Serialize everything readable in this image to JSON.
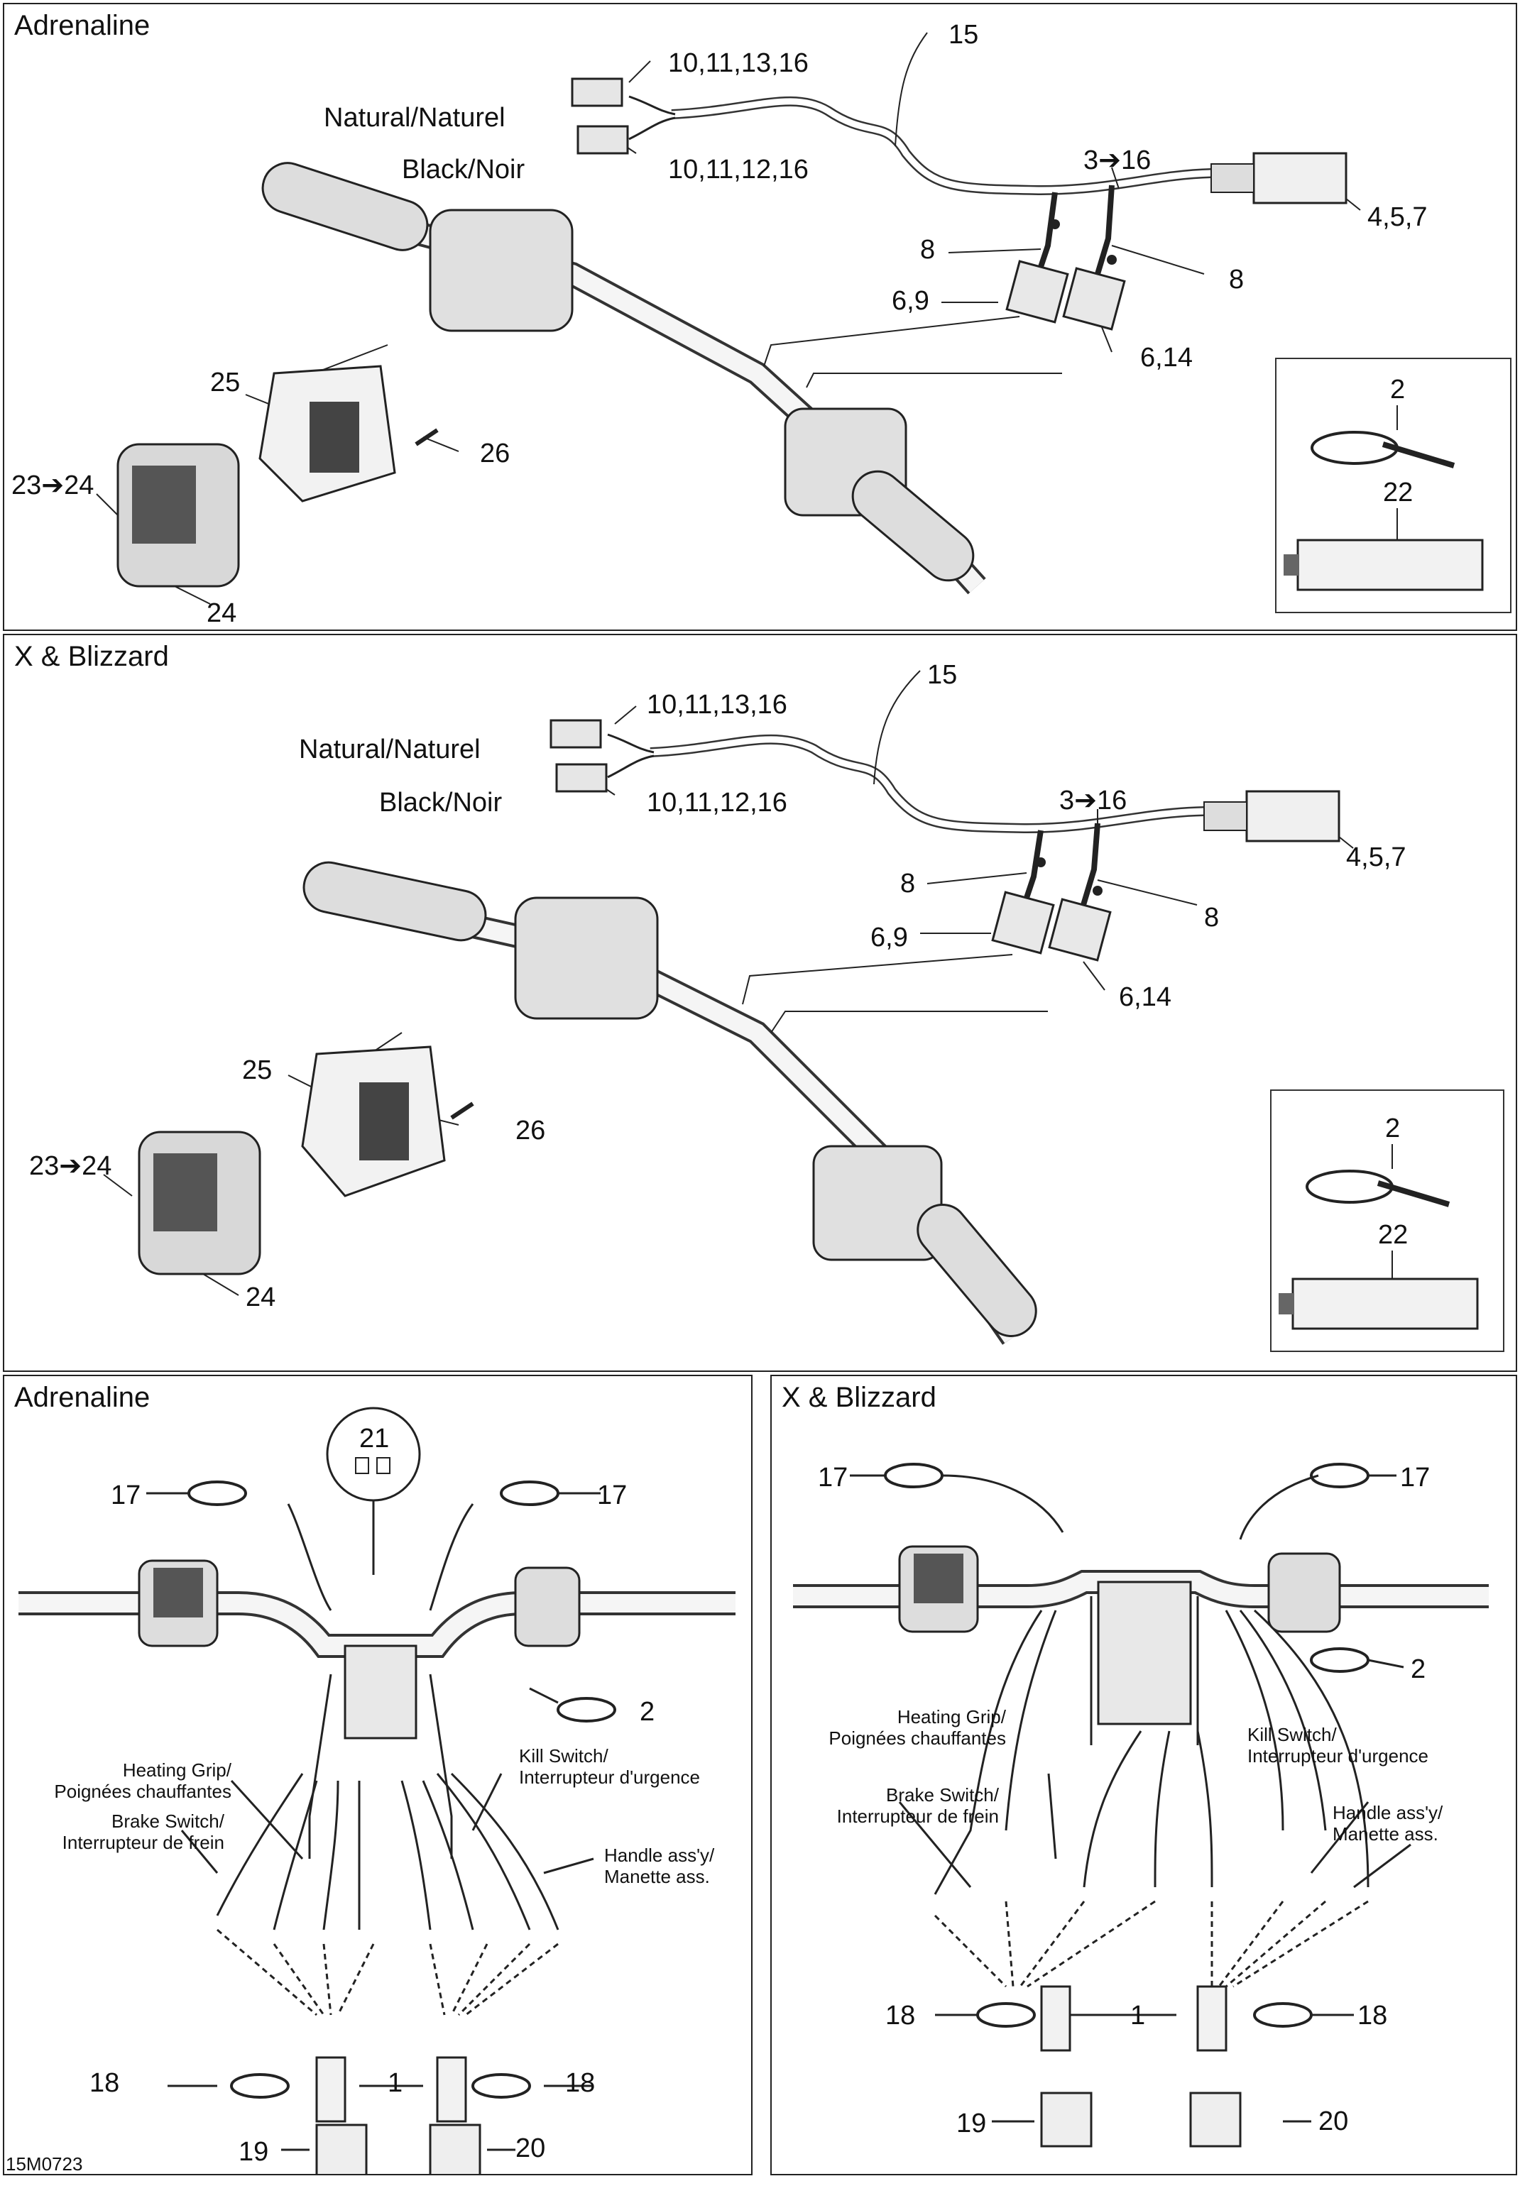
{
  "figure_code": "15M0723",
  "panels": {
    "top": {
      "title": "Adrenaline",
      "labels": {
        "harness_cable": "15",
        "natural_connector_parts": "10,11,13,16",
        "black_connector_parts": "10,11,12,16",
        "natural_connector": "Natural/Naturel",
        "black_connector": "Black/Noir",
        "harness_range": "3➔16",
        "main_connector": "4,5,7",
        "left_branch": "8",
        "right_branch": "8",
        "left_plug": "6,9",
        "right_plug": "6,14",
        "housing": "25",
        "screw": "26",
        "switch_range": "23➔24",
        "switch": "24",
        "tie": "2",
        "tube": "22"
      }
    },
    "middle": {
      "title": "X & Blizzard",
      "labels": {
        "harness_cable": "15",
        "natural_connector_parts": "10,11,13,16",
        "black_connector_parts": "10,11,12,16",
        "natural_connector": "Natural/Naturel",
        "black_connector": "Black/Noir",
        "harness_range": "3➔16",
        "main_connector": "4,5,7",
        "left_branch": "8",
        "right_branch": "8",
        "left_plug": "6,9",
        "right_plug": "6,14",
        "housing": "25",
        "screw": "26",
        "switch_range": "23➔24",
        "switch": "24",
        "tie": "2",
        "tube": "22"
      }
    },
    "bottom_left": {
      "title": "Adrenaline",
      "labels": {
        "tie_left_top": "17",
        "tie_right_top": "17",
        "clips": "21",
        "tie_middle": "2",
        "heating_grip": "Heating Grip/\nPoignées chauffantes",
        "brake_switch": "Brake Switch/\nInterrupteur de frein",
        "kill_switch": "Kill Switch/\nInterrupteur d'urgence",
        "handle_assy": "Handle ass'y/\nManette ass.",
        "tie_left_bottom": "18",
        "tie_right_bottom": "18",
        "sleeve": "1",
        "connector_left": "19",
        "connector_right": "20"
      }
    },
    "bottom_right": {
      "title": "X & Blizzard",
      "labels": {
        "tie_left_top": "17",
        "tie_right_top": "17",
        "tie_middle": "2",
        "heating_grip": "Heating Grip/\nPoignées chauffantes",
        "brake_switch": "Brake Switch/\nInterrupteur de frein",
        "kill_switch": "Kill Switch/\nInterrupteur d'urgence",
        "handle_assy": "Handle ass'y/\nManette ass.",
        "tie_left_bottom": "18",
        "tie_right_bottom": "18",
        "sleeve": "1",
        "connector_left": "19",
        "connector_right": "20"
      }
    }
  }
}
